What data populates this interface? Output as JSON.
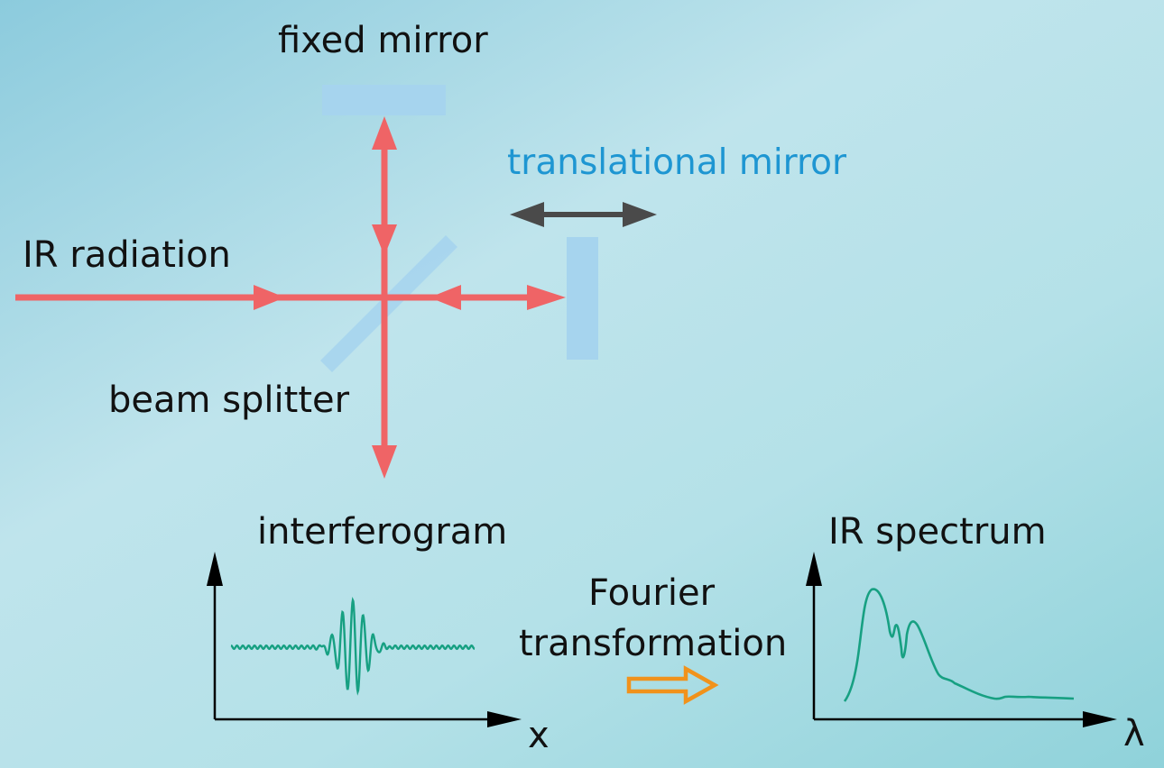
{
  "labels": {
    "fixed_mirror": "fixed mirror",
    "translational_mirror": "translational mirror",
    "ir_radiation": "IR radiation",
    "beam_splitter": "beam splitter",
    "interferogram": "interferogram",
    "ir_spectrum": "IR spectrum",
    "fourier_line1": "Fourier",
    "fourier_line2": "transformation",
    "x_axis": "x",
    "lambda_axis": "λ"
  },
  "colors": {
    "beam": "#ef6466",
    "mirror": "#a6d4ee",
    "mirror_label": "#1e96d2",
    "motion_arrow": "#4a4a4a",
    "signal": "#17a082",
    "fourier_arrow": "#f1921b",
    "axis": "#000000"
  }
}
